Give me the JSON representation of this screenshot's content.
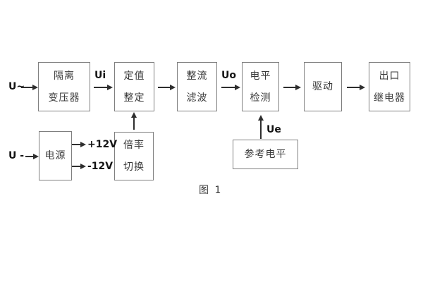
{
  "figure": {
    "caption": "图 1",
    "colors": {
      "line": "#2e2e2e",
      "box_border": "#7f7f7f",
      "box_text": "#3a3a3a",
      "label_text": "#141414",
      "background": "#ffffff"
    },
    "boxes": {
      "isolation_transformer": {
        "line1": "隔离",
        "line2": "变压器"
      },
      "setting_adjust": {
        "line1": "定值",
        "line2": "整定"
      },
      "rectify_filter": {
        "line1": "整流",
        "line2": "滤波"
      },
      "level_detect": {
        "line1": "电平",
        "line2": "检测"
      },
      "drive": {
        "line1": "驱动"
      },
      "output_relay": {
        "line1": "出口",
        "line2": "继电器"
      },
      "power_supply": {
        "line1": "电源"
      },
      "ratio_switch": {
        "line1": "倍率",
        "line2": "切换"
      },
      "reference_level": {
        "line1": "参考电平"
      }
    },
    "labels": {
      "input_ac": "U~",
      "input_dc": "U -",
      "signal_ui": "Ui",
      "signal_uo": "Uo",
      "signal_ue": "Ue",
      "rail_pos": "+12V",
      "rail_neg": "-12V"
    }
  }
}
